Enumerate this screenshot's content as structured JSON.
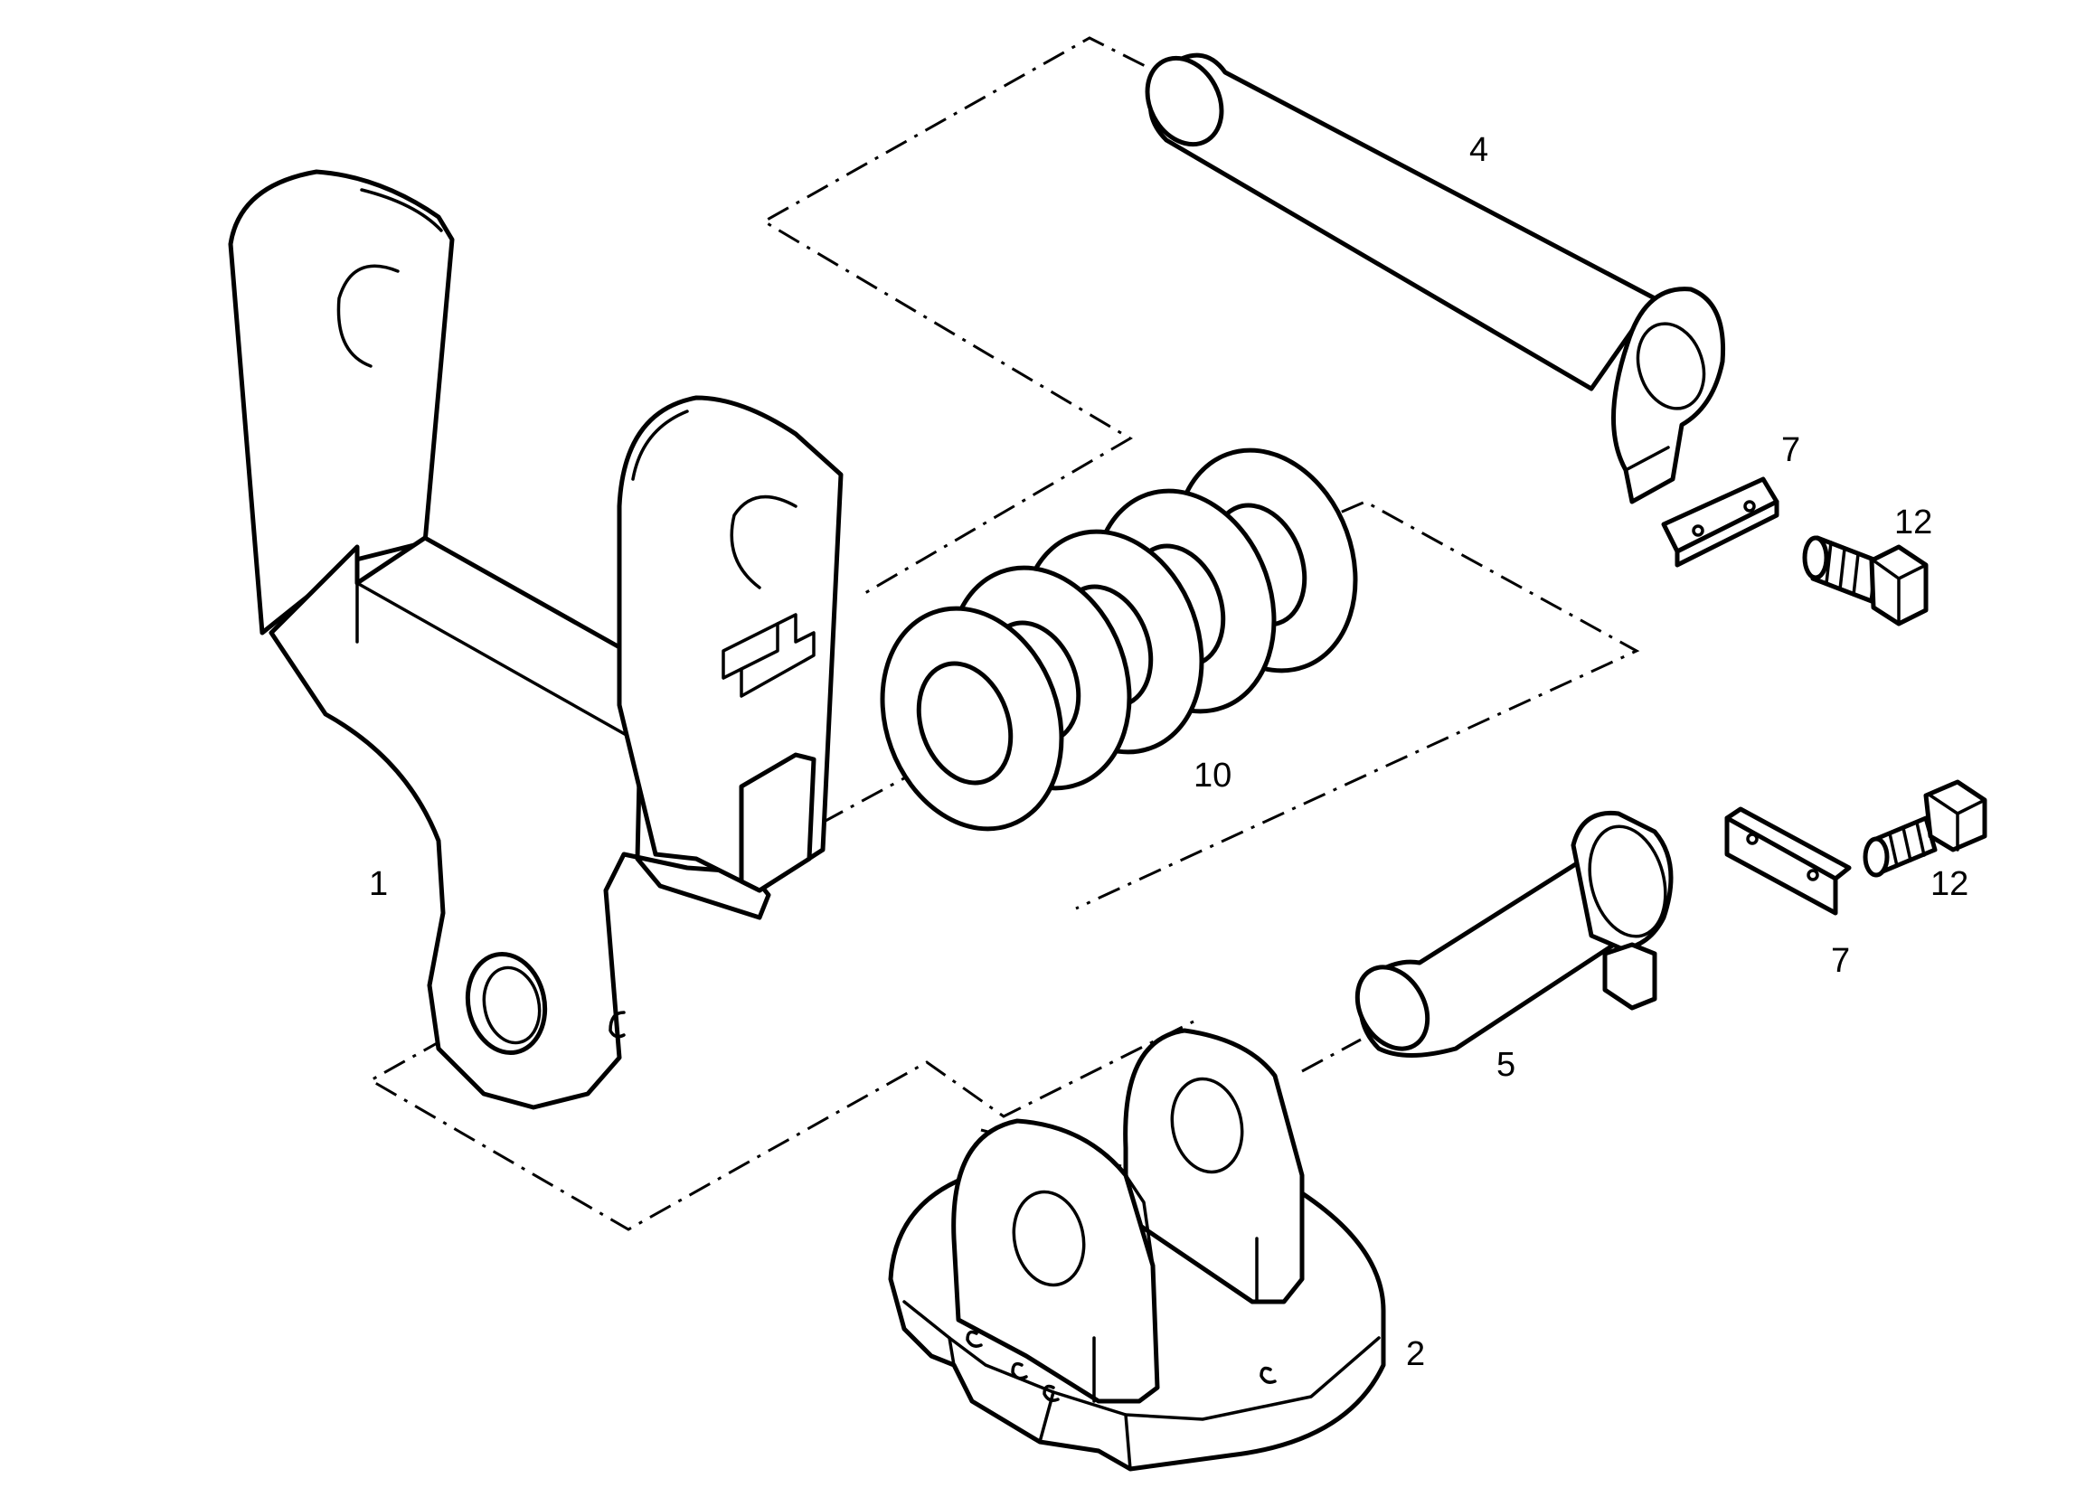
{
  "diagram": {
    "callouts": [
      {
        "id": "1",
        "label": "1"
      },
      {
        "id": "2",
        "label": "2"
      },
      {
        "id": "4",
        "label": "4"
      },
      {
        "id": "5",
        "label": "5"
      },
      {
        "id": "7a",
        "label": "7"
      },
      {
        "id": "7b",
        "label": "7"
      },
      {
        "id": "10",
        "label": "10"
      },
      {
        "id": "12a",
        "label": "12"
      },
      {
        "id": "12b",
        "label": "12"
      }
    ],
    "colors": {
      "line": "#000000",
      "background": "#ffffff"
    }
  }
}
